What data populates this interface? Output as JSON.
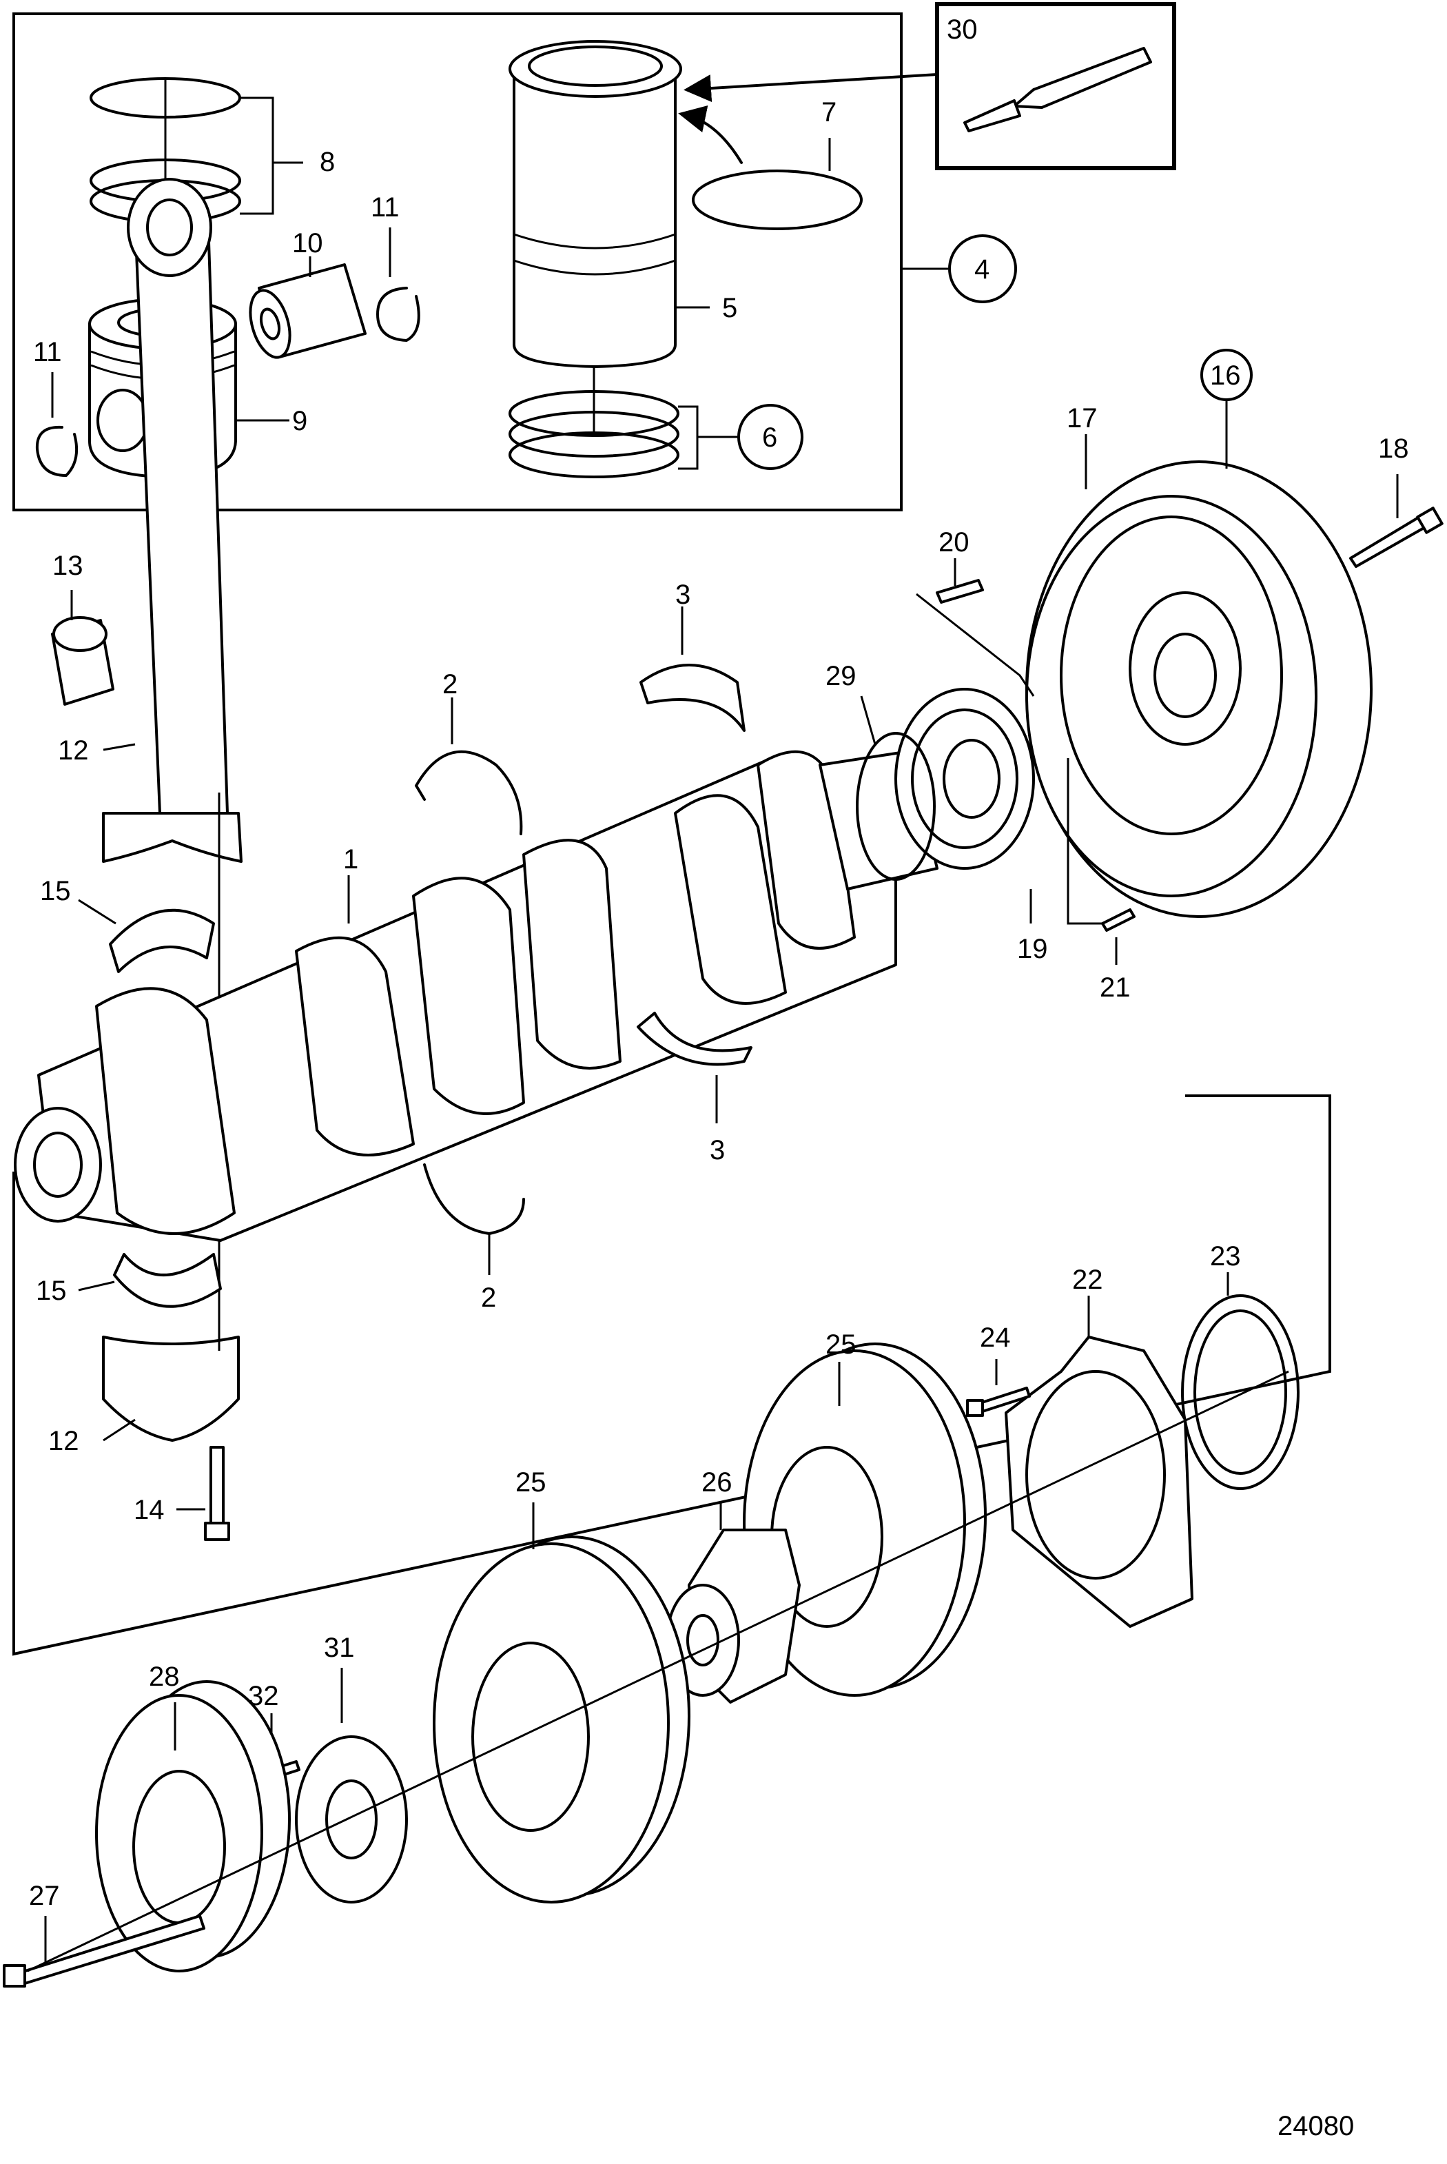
{
  "figure_number": "24080",
  "callouts": {
    "c1": "1",
    "c2a": "2",
    "c2b": "2",
    "c3a": "3",
    "c3b": "3",
    "c4": "4",
    "c5": "5",
    "c6": "6",
    "c7": "7",
    "c8": "8",
    "c9": "9",
    "c10": "10",
    "c11a": "11",
    "c11b": "11",
    "c12a": "12",
    "c12b": "12",
    "c13": "13",
    "c14": "14",
    "c15a": "15",
    "c15b": "15",
    "c16": "16",
    "c17": "17",
    "c18": "18",
    "c19": "19",
    "c20": "20",
    "c21": "21",
    "c22": "22",
    "c23": "23",
    "c24": "24",
    "c25a": "25",
    "c25b": "25",
    "c26": "26",
    "c27": "27",
    "c28": "28",
    "c29": "29",
    "c30": "30",
    "c31": "31",
    "c32": "32"
  }
}
